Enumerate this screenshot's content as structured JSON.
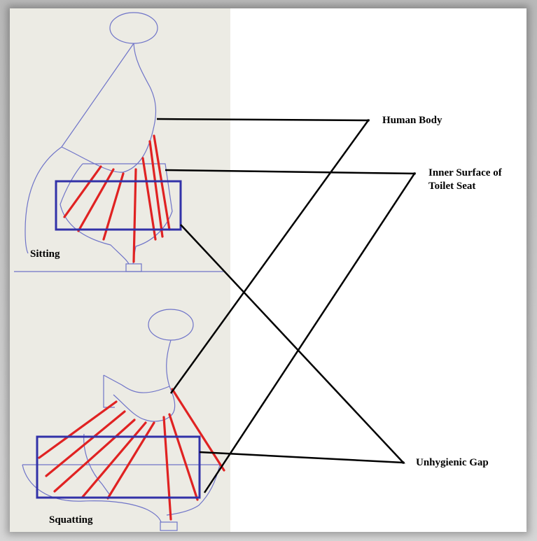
{
  "labels": {
    "human_body": "Human Body",
    "inner_surface": "Inner Surface of Toilet Seat",
    "unhygienic_gap": "Unhygienic Gap",
    "sitting": "Sitting",
    "squatting": "Squatting"
  },
  "colors": {
    "outline": "#6f74c8",
    "gap_box": "#3232a8",
    "contact_line": "#e02222",
    "leader_line": "#000000",
    "panel_bg": "#ecebe4"
  }
}
